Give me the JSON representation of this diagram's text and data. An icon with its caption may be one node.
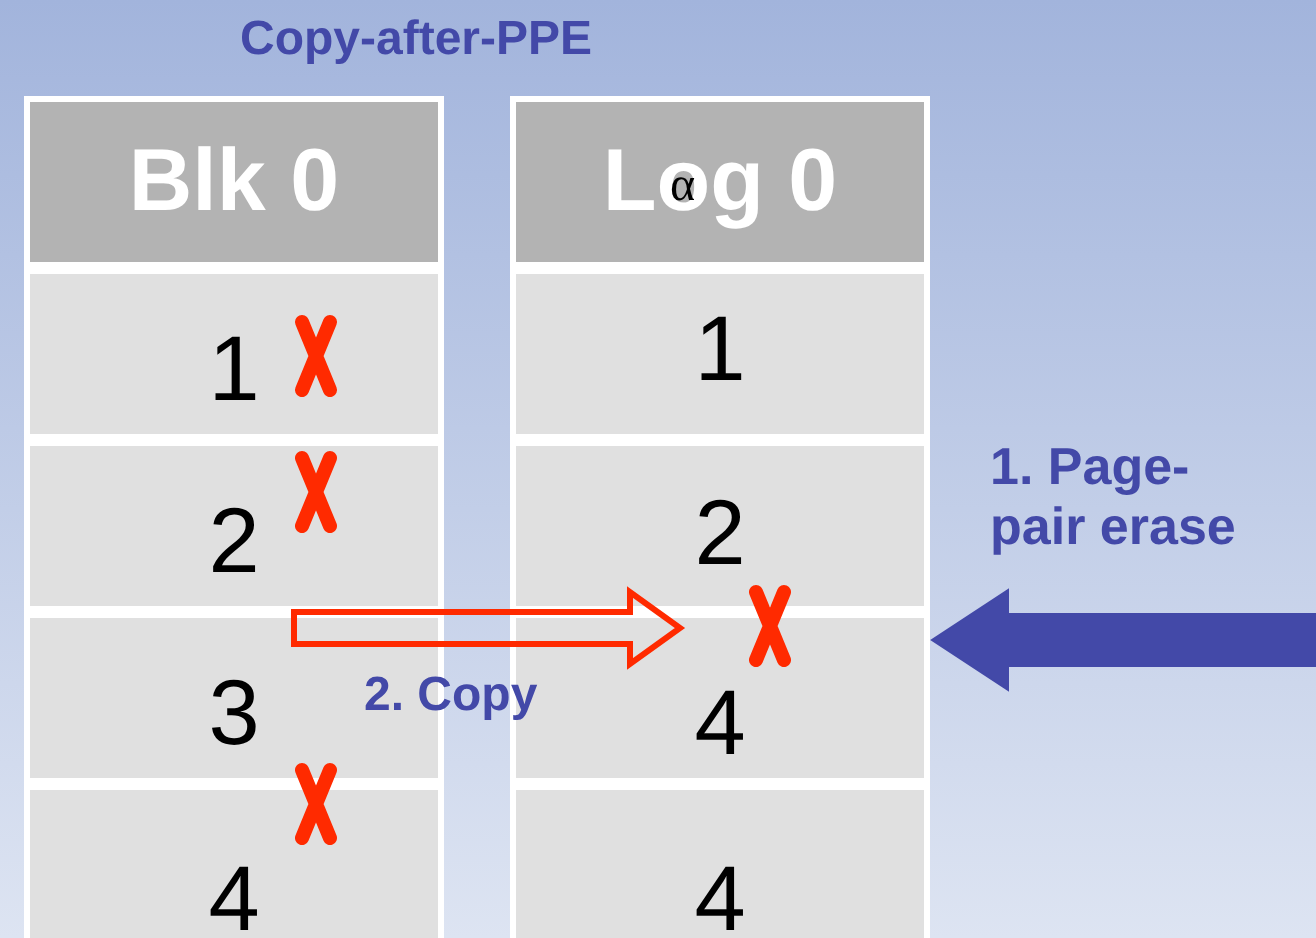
{
  "diagram": {
    "title": "Copy-after-PPE",
    "nodes": [
      {
        "text": [
          "Blk 0"
        ]
      },
      {
        "text": [
          "1"
        ]
      },
      {
        "text": [
          "2"
        ]
      },
      {
        "text": [
          "3"
        ]
      },
      {
        "text": [
          "4"
        ]
      },
      {
        "text": [
          "Log 0"
        ]
      },
      {
        "text": [
          "1"
        ]
      },
      {
        "text": [
          "2"
        ]
      },
      {
        "text": [
          "4"
        ]
      },
      {
        "text": [
          "4"
        ]
      }
    ],
    "edges": [
      {
        "from": 3,
        "to": 8,
        "arrow": "to",
        "label": "2. Copy",
        "color": "#ff2a00"
      },
      {
        "from": null,
        "to": 8,
        "arrow": "to",
        "label": "1. Page-pair erase",
        "style": "thick",
        "color": "#4349a8"
      }
    ],
    "labels": [
      "α"
    ]
  }
}
